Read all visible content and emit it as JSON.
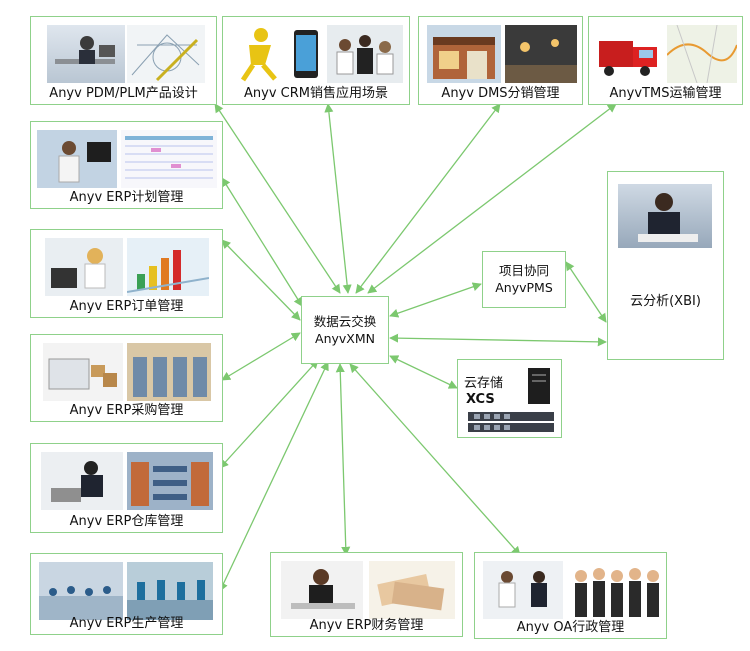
{
  "hub": {
    "line1": "数据云交换",
    "line2": "AnyvXMN"
  },
  "pms": {
    "line1": "项目协同",
    "line2": "AnyvPMS"
  },
  "storage": {
    "line1": "云存储",
    "line2": "XCS"
  },
  "analysis": {
    "label": "云分析(XBI)"
  },
  "modules": [
    {
      "label": "Anyv PDM/PLM产品设计"
    },
    {
      "label": "Anyv CRM销售应用场景"
    },
    {
      "label": "Anyv DMS分销管理"
    },
    {
      "label": "AnyvTMS运输管理"
    },
    {
      "label": "Anyv ERP计划管理"
    },
    {
      "label": "Anyv ERP订单管理"
    },
    {
      "label": "Anyv ERP采购管理"
    },
    {
      "label": "Anyv ERP仓库管理"
    },
    {
      "label": "Anyv ERP生产管理"
    },
    {
      "label": "Anyv ERP财务管理"
    },
    {
      "label": "Anyv OA行政管理"
    }
  ],
  "colors": {
    "border": "#8fd18a",
    "arrow": "#7cc86f"
  },
  "icons": [
    "office-photo-icon",
    "blueprint-photo-icon",
    "mascot-icon",
    "phone-icon",
    "meeting-photo-icon",
    "store-photo-icon",
    "truck-icon",
    "map-photo-icon",
    "server-icon",
    "disk-array-icon",
    "executive-photo-icon"
  ]
}
